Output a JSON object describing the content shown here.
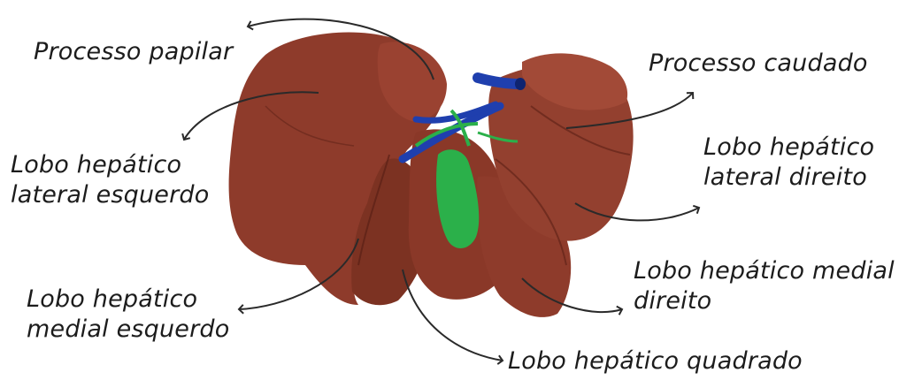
{
  "labels": {
    "processo_papilar": "Processo papilar",
    "processo_caudado": "Processo caudado",
    "lateral_esquerdo": {
      "line1": "Lobo hepático",
      "line2": "lateral esquerdo"
    },
    "lateral_direito": {
      "line1": "Lobo hepático",
      "line2": "lateral direito"
    },
    "medial_esquerdo": {
      "line1": "Lobo hepático",
      "line2": "medial esquerdo"
    },
    "medial_direito": {
      "line1": "Lobo hepático medial",
      "line2": "direito"
    },
    "quadrado": "Lobo hepático quadrado"
  },
  "colors": {
    "liver": "#8e3b2b",
    "liver_shadow": "#6e2a1e",
    "liver_highlight": "#a24a37",
    "vessel": "#1f3fae",
    "bile": "#2bb04a",
    "arrow": "#2a2a2a"
  }
}
